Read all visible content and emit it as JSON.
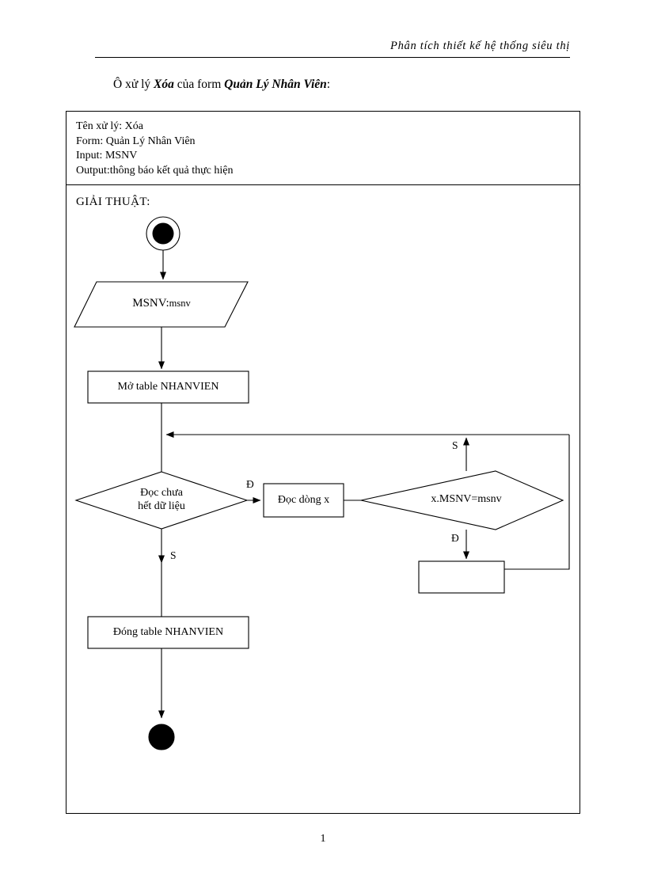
{
  "header": {
    "running_title": "Phân tích thiết kế hệ thống siêu thị"
  },
  "caption": {
    "prefix": "Ô xử lý ",
    "process_name": "Xóa",
    "middle": " của form ",
    "form_name": "Quản Lý Nhân Viên",
    "suffix": ":"
  },
  "meta": {
    "lines": [
      "Tên xử lý: Xóa",
      "Form: Quản Lý Nhân Viên",
      "Input:  MSNV",
      "Output:thông  báo kết quả thực hiện"
    ]
  },
  "algorithm": {
    "label": "GIẢI THUẬT:"
  },
  "flowchart": {
    "nodes": {
      "start": "",
      "input_msnv_primary": "MSNV:",
      "input_msnv_secondary": "msnv",
      "open_table": "Mở table NHANVIEN",
      "decision_read": "Đọc chưa\nhết dữ liệu",
      "decision_read_line1": "Đọc chưa",
      "decision_read_line2": "hết dữ liệu",
      "read_row": "Đọc dòng x",
      "decision_match": "x.MSNV=msnv",
      "action_empty": "",
      "close_table": "Đóng table NHANVIEN",
      "end": ""
    },
    "edge_labels": {
      "read_true": "Đ",
      "read_false": "S",
      "match_false": "S",
      "match_true": "Đ"
    }
  },
  "footer": {
    "page_number": "1"
  },
  "colors": {
    "ink": "#000000",
    "paper": "#ffffff"
  }
}
